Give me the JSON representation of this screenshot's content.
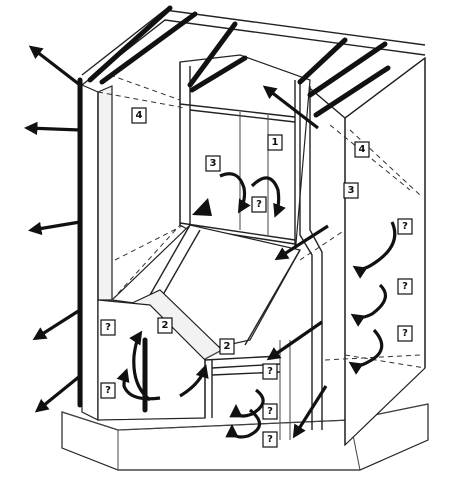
{
  "labels": {
    "l1": "1",
    "l2a": "2",
    "l2b": "2",
    "l3a": "3",
    "l3b": "3",
    "l4a": "4",
    "l4b": "4",
    "q_center": "?",
    "q_right1": "?",
    "q_right2": "?",
    "q_right3": "?",
    "q_left1": "?",
    "q_left2": "?",
    "q_low1": "?",
    "q_low2": "?",
    "q_low3": "?"
  }
}
